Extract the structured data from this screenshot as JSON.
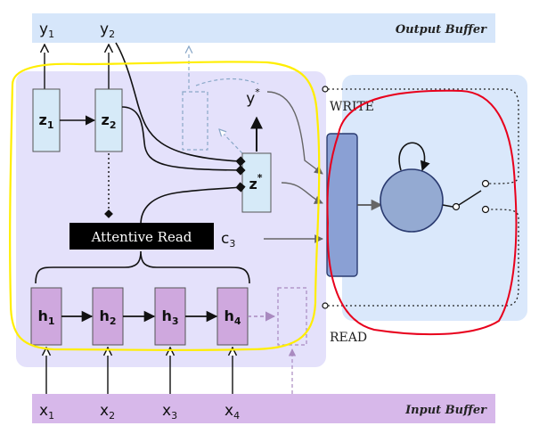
{
  "output_buffer": {
    "label": "Output Buffer",
    "outputs": [
      {
        "base": "y",
        "sub": "1"
      },
      {
        "base": "y",
        "sub": "2"
      }
    ]
  },
  "input_buffer": {
    "label": "Input Buffer",
    "inputs": [
      {
        "base": "x",
        "sub": "1"
      },
      {
        "base": "x",
        "sub": "2"
      },
      {
        "base": "x",
        "sub": "3"
      },
      {
        "base": "x",
        "sub": "4"
      }
    ]
  },
  "decoder_states": [
    {
      "base": "z",
      "sub": "1"
    },
    {
      "base": "z",
      "sub": "2"
    }
  ],
  "encoder_states": [
    {
      "base": "h",
      "sub": "1"
    },
    {
      "base": "h",
      "sub": "2"
    },
    {
      "base": "h",
      "sub": "3"
    },
    {
      "base": "h",
      "sub": "4"
    }
  ],
  "z_star": {
    "base": "z",
    "sup": "*"
  },
  "y_star": {
    "base": "y",
    "sup": "*"
  },
  "context": {
    "base": "c",
    "sub": "3"
  },
  "attentive_read_label": "Attentive Read",
  "write_label": "WRITE",
  "read_label": "READ",
  "colors": {
    "buffer_top": "#d6e6fa",
    "buffer_bottom": "#d7b8ea",
    "left_panel": "#e4e1fb",
    "right_panel": "#dae8fb",
    "decoder_box": "#d6eaf8",
    "encoder_box": "#cfa8de",
    "memory_bar": "#8aa0d4",
    "memory_circle": "#94aad2",
    "highlight_yellow": "#ffee00",
    "highlight_red": "#e8001c"
  }
}
